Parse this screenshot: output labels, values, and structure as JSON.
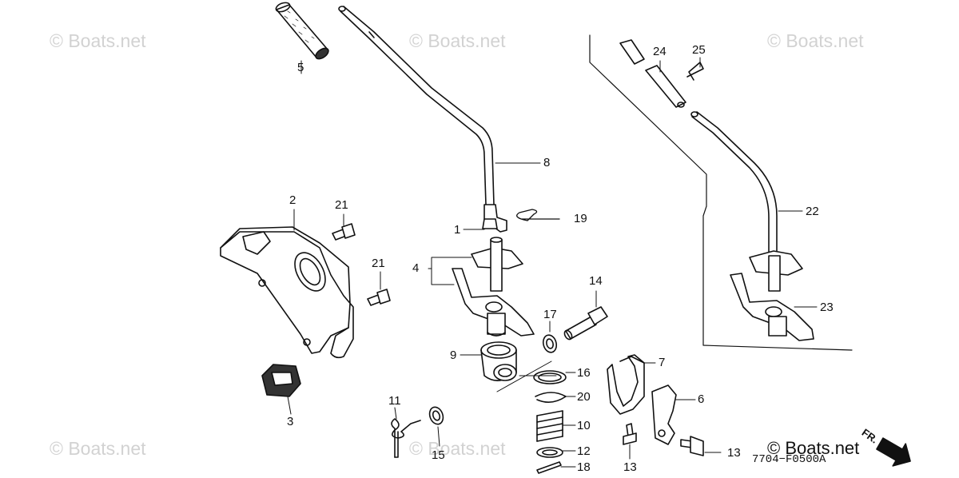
{
  "watermarks": [
    "© Boats.net",
    "© Boats.net",
    "© Boats.net",
    "© Boats.net",
    "© Boats.net"
  ],
  "brand": "© Boats.net",
  "diagram_code": "7704−F0500A",
  "direction_label": "FR.",
  "callouts": [
    "1",
    "2",
    "3",
    "4",
    "5",
    "6",
    "7",
    "8",
    "9",
    "10",
    "11",
    "12",
    "13",
    "13",
    "14",
    "15",
    "16",
    "17",
    "18",
    "19",
    "20",
    "21",
    "21",
    "22",
    "23",
    "24",
    "25"
  ]
}
